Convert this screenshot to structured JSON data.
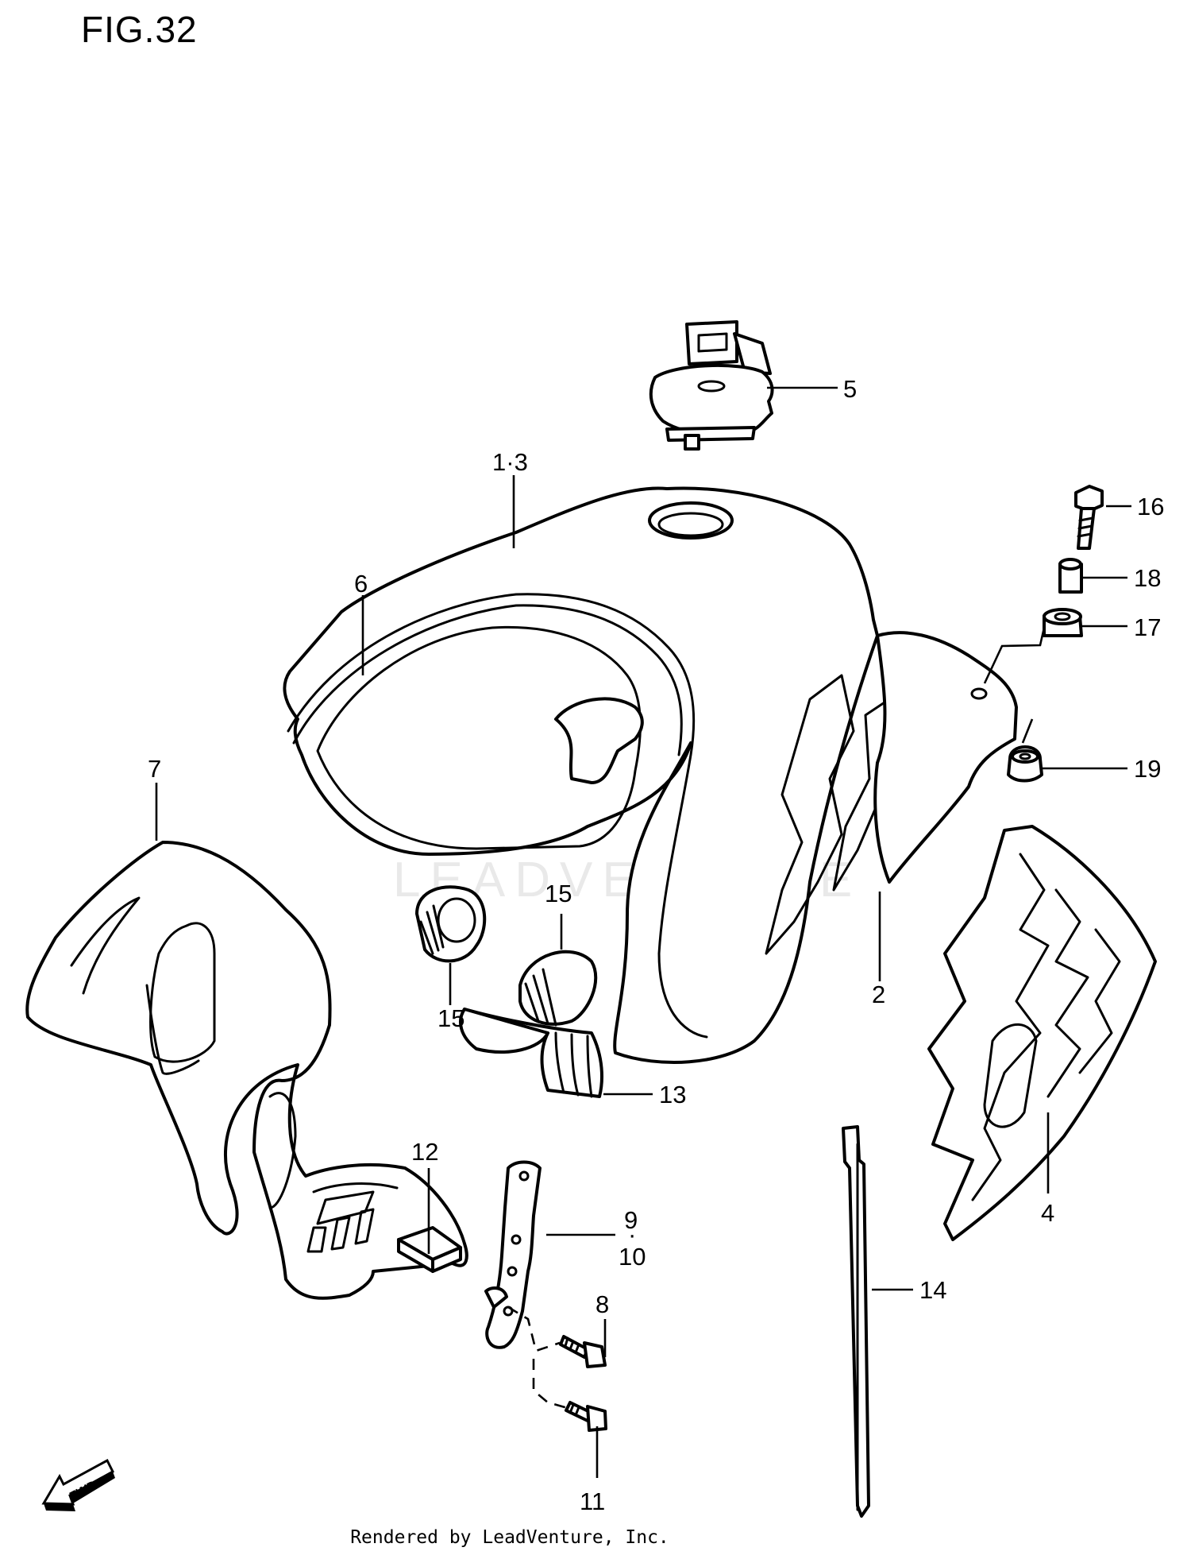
{
  "figure": {
    "title": "FIG.32"
  },
  "watermark": {
    "text": "LEADVENTURE"
  },
  "callouts": {
    "c1_3": "1·3",
    "c2": "2",
    "c4": "4",
    "c5": "5",
    "c6": "6",
    "c7": "7",
    "c8": "8",
    "c9": "9",
    "c9_10_dot": "·",
    "c10": "10",
    "c11": "11",
    "c12": "12",
    "c13": "13",
    "c14": "14",
    "c15a": "15",
    "c15b": "15",
    "c16": "16",
    "c17": "17",
    "c18": "18",
    "c19": "19"
  },
  "direction_badge": {
    "text": "FWD",
    "icon": "fwd-arrow-icon"
  },
  "footer": {
    "credit": "Rendered by LeadVenture, Inc."
  }
}
